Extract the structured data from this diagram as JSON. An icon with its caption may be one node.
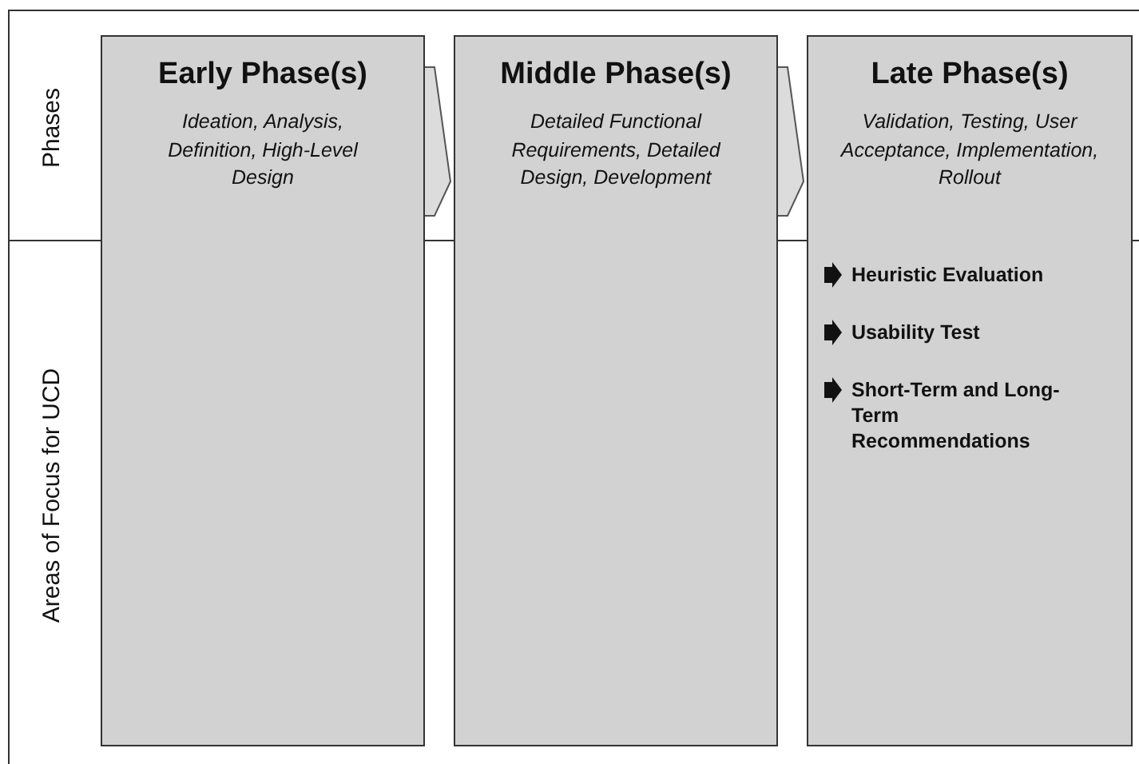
{
  "diagram": {
    "nodes": [
      {
        "text": [
          "Early Phase(s)",
          "Ideation, Analysis, Definition, High-Level Design"
        ]
      },
      {
        "text": [
          "Middle Phase(s)",
          "Detailed Functional Requirements, Detailed Design, Development"
        ]
      },
      {
        "text": [
          "Late Phase(s)",
          "Validation, Testing, User Acceptance, Implementation, Rollout",
          "Heuristic Evaluation",
          "Usability Test",
          "Short-Term and Long-Term Recommendations"
        ]
      }
    ],
    "edges": [
      {
        "from": 0,
        "to": 1,
        "arrow": "to"
      },
      {
        "from": 1,
        "to": 2,
        "arrow": "to"
      }
    ],
    "labels": [
      "Phases",
      "Areas of Focus for UCD"
    ]
  }
}
